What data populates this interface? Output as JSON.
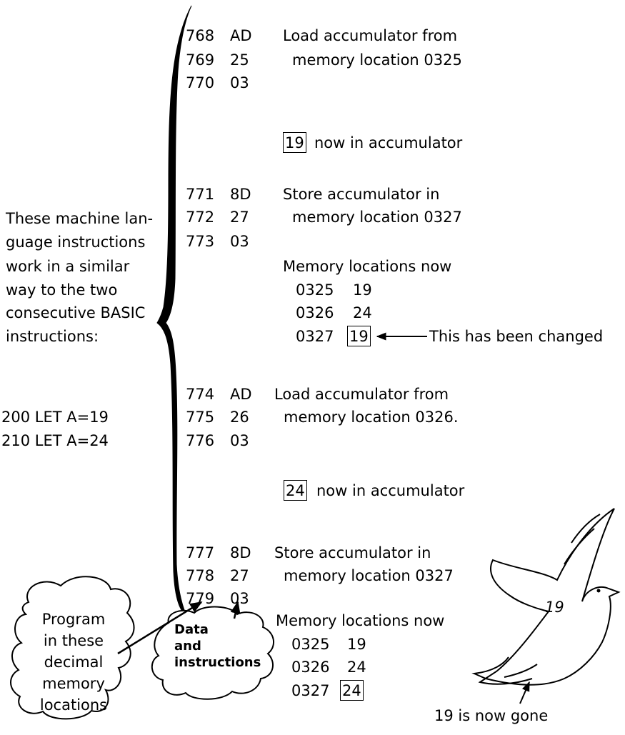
{
  "program_rows": [
    {
      "addr": "768",
      "code": "AD"
    },
    {
      "addr": "769",
      "code": "25"
    },
    {
      "addr": "770",
      "code": "03"
    },
    {
      "addr": "771",
      "code": "8D"
    },
    {
      "addr": "772",
      "code": "27"
    },
    {
      "addr": "773",
      "code": "03"
    },
    {
      "addr": "774",
      "code": "AD"
    },
    {
      "addr": "775",
      "code": "26"
    },
    {
      "addr": "776",
      "code": "03"
    },
    {
      "addr": "777",
      "code": "8D"
    },
    {
      "addr": "778",
      "code": "27"
    },
    {
      "addr": "779",
      "code": "03"
    }
  ],
  "step1": {
    "line1": "Load accumulator from",
    "line2": "memory location 0325"
  },
  "acc1": {
    "value": "19",
    "text": "now in accumulator"
  },
  "step2": {
    "line1": "Store accumulator in",
    "line2": "memory location 0327"
  },
  "memory1": {
    "title": "Memory locations now",
    "rows": [
      {
        "loc": "0325",
        "val": "19"
      },
      {
        "loc": "0326",
        "val": "24"
      },
      {
        "loc": "0327",
        "val": "19"
      }
    ],
    "changed_note": "This has been changed"
  },
  "step3": {
    "line1": "Load accumulator from",
    "line2": "memory location 0326."
  },
  "acc2": {
    "value": "24",
    "text": "now in accumulator"
  },
  "step4": {
    "line1": "Store accumulator in",
    "line2": "memory location 0327"
  },
  "memory2": {
    "title": "Memory locations now",
    "rows": [
      {
        "loc": "0325",
        "val": "19"
      },
      {
        "loc": "0326",
        "val": "24"
      },
      {
        "loc": "0327",
        "val": "24"
      }
    ]
  },
  "side_note": {
    "lines": [
      "These machine lan-",
      "guage instructions",
      "work in a similar",
      "way to the two",
      "consecutive BASIC",
      "instructions:"
    ]
  },
  "basic_code": [
    "200 LET A=19",
    "210 LET A=24"
  ],
  "cloud_program": [
    "Program",
    "in these",
    "decimal",
    "memory",
    "locations"
  ],
  "cloud_data": [
    "Data",
    "and",
    "instructions"
  ],
  "bird": {
    "label": "19",
    "caption": "19 is now gone"
  }
}
